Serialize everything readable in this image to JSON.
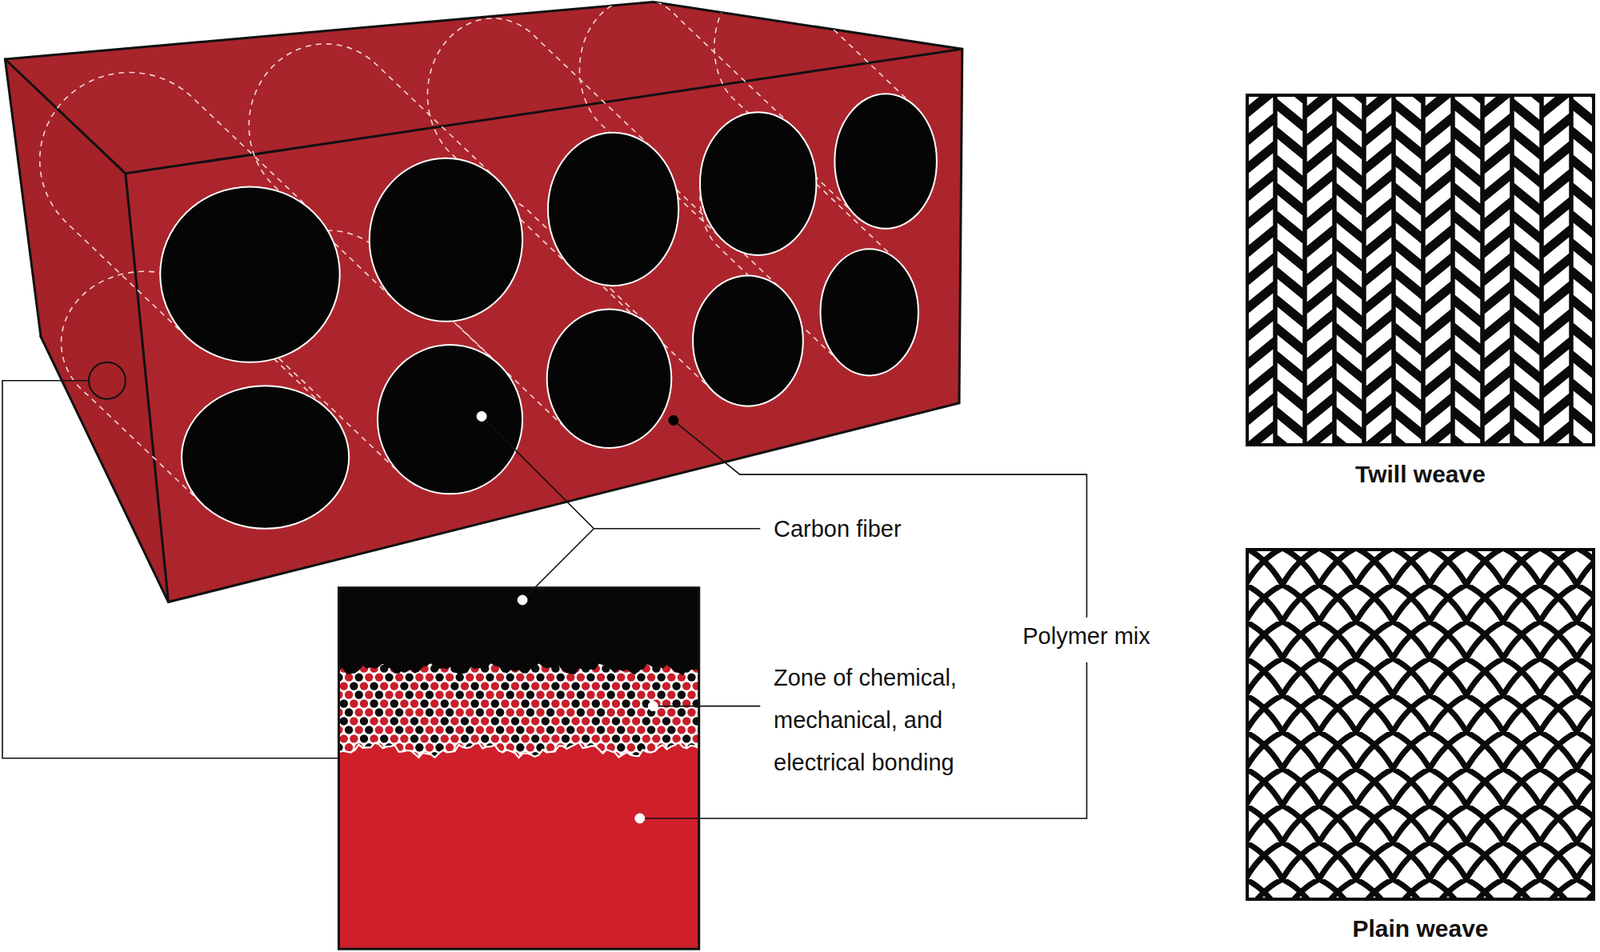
{
  "diagram": {
    "nodes": [
      {
        "text": [
          "Twill weave"
        ]
      },
      {
        "text": [
          "Plain weave"
        ]
      }
    ],
    "labels": [
      "Carbon fiber",
      "Zone of chemical, mechanical, and electrical bonding",
      "Polymer mix"
    ]
  }
}
